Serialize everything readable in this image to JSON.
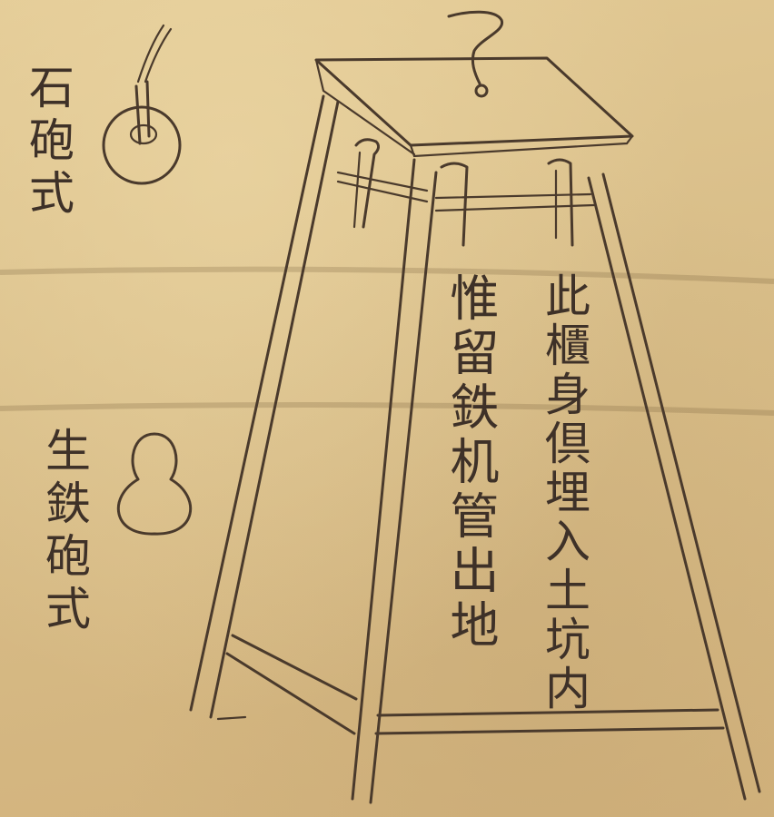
{
  "labels": {
    "stone_cannonball": "石砲式",
    "iron_cannonball": "生鉄砲式",
    "cabinet_note": "此櫃身倶埋入土坑内",
    "fuse_note": "惟留鉄机管出地"
  },
  "colors": {
    "paper": "#d9bf8c",
    "ink": "#4a3a2c"
  }
}
